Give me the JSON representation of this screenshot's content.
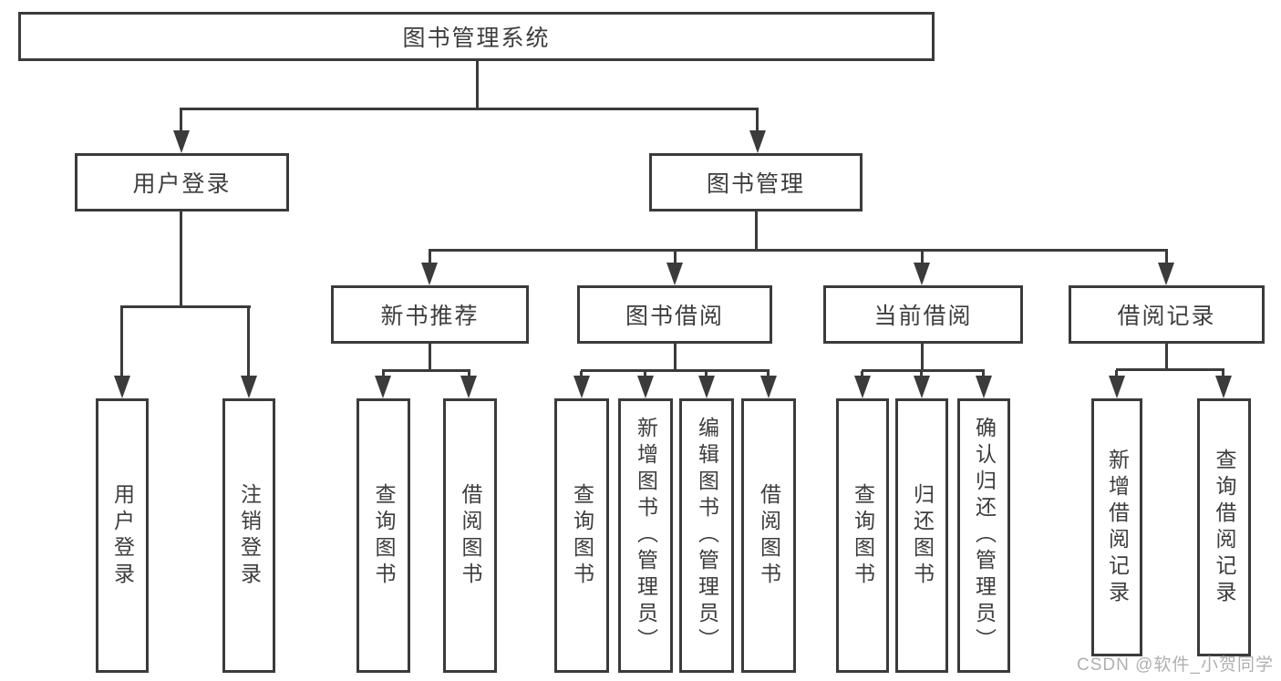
{
  "diagram": {
    "type": "hierarchy-tree",
    "colors": {
      "line": "#3b3b3b",
      "box_border": "#3b3b3b",
      "box_fill": "#ffffff",
      "text": "#3d3d3d",
      "watermark": "#b0b0b0"
    },
    "tree": {
      "label": "图书管理系统",
      "children": [
        {
          "label": "用户登录",
          "children": [
            {
              "label": "用户登录"
            },
            {
              "label": "注销登录"
            }
          ]
        },
        {
          "label": "图书管理",
          "children": [
            {
              "label": "新书推荐",
              "children": [
                {
                  "label": "查询图书"
                },
                {
                  "label": "借阅图书"
                }
              ]
            },
            {
              "label": "图书借阅",
              "children": [
                {
                  "label": "查询图书"
                },
                {
                  "label": "新增图书（管理员）"
                },
                {
                  "label": "编辑图书（管理员）"
                },
                {
                  "label": "借阅图书"
                }
              ]
            },
            {
              "label": "当前借阅",
              "children": [
                {
                  "label": "查询图书"
                },
                {
                  "label": "归还图书"
                },
                {
                  "label": "确认归还（管理员）"
                }
              ]
            },
            {
              "label": "借阅记录",
              "children": [
                {
                  "label": "新增借阅记录"
                },
                {
                  "label": "查询借阅记录"
                }
              ]
            }
          ]
        }
      ]
    },
    "watermark": {
      "text": "CSDN @软件_小贺同学"
    }
  }
}
